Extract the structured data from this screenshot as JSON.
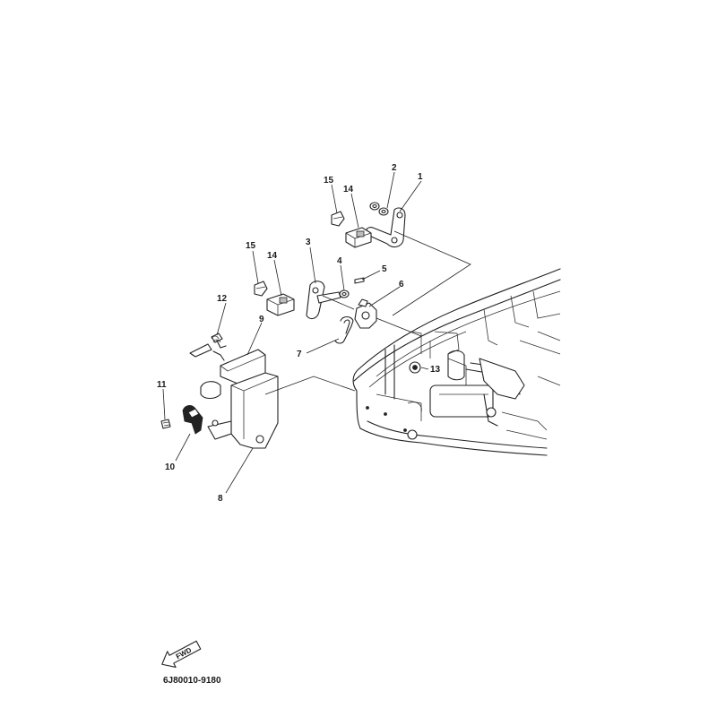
{
  "diagram": {
    "part_numbers": [
      "1",
      "2",
      "3",
      "4",
      "5",
      "6",
      "7",
      "8",
      "9",
      "10",
      "11",
      "12",
      "13",
      "14",
      "15",
      "14",
      "15"
    ],
    "fwd_label": "FWD",
    "drawing_code": "6J80010-9180"
  },
  "icons": {
    "direction": "fwd-arrow-icon"
  },
  "colors": {
    "line": "#222222",
    "background": "#ffffff"
  }
}
